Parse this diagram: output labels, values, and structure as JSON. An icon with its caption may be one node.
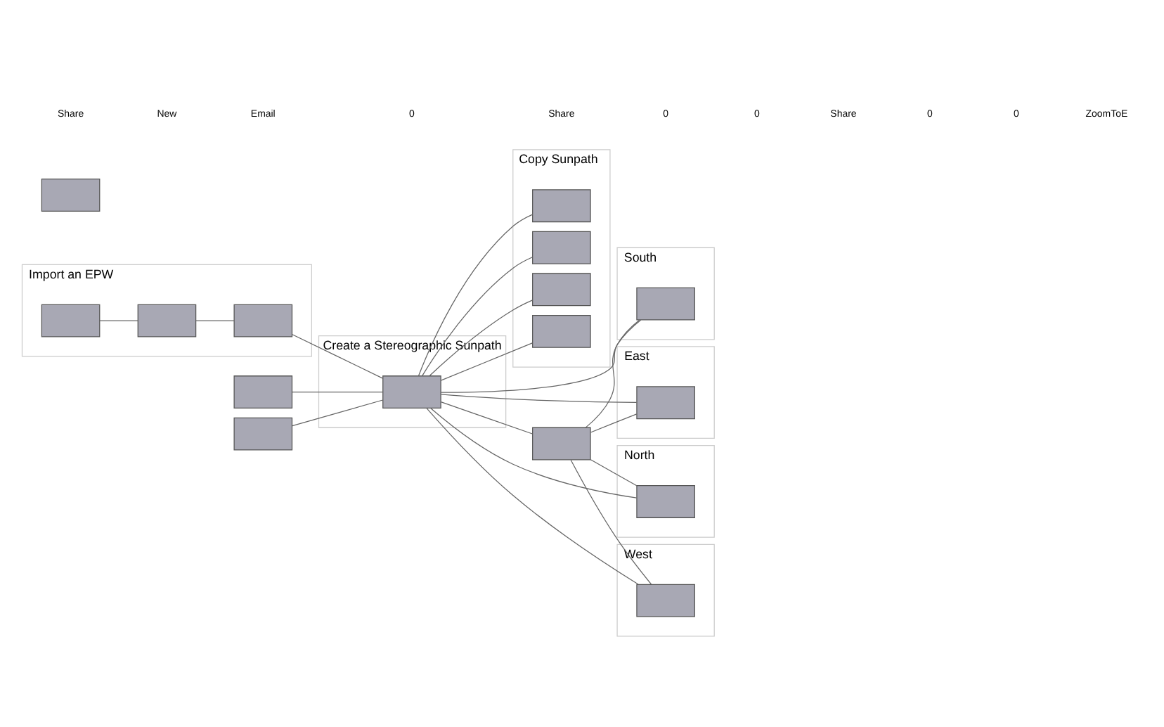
{
  "diagram": {
    "nodes": [
      {
        "text": [
          "Import an EPW"
        ]
      },
      {
        "text": [],
        "shape": "box",
        "in": 0
      },
      {
        "text": [],
        "shape": "box",
        "in": 0
      },
      {
        "text": [],
        "shape": "box",
        "in": 0
      },
      {
        "text": [],
        "shape": "box"
      },
      {
        "text": [
          "Create a Stereographic Sunpath"
        ]
      },
      {
        "text": [],
        "shape": "box",
        "in": 5
      },
      {
        "text": [
          "Copy Sunpath"
        ]
      },
      {
        "text": [],
        "shape": "box",
        "in": 7
      },
      {
        "text": [],
        "shape": "box",
        "in": 7
      },
      {
        "text": [],
        "shape": "box",
        "in": 7
      },
      {
        "text": [],
        "shape": "box",
        "in": 7
      },
      {
        "text": [
          "South"
        ]
      },
      {
        "text": [],
        "shape": "box",
        "in": 12
      },
      {
        "text": [
          "East"
        ]
      },
      {
        "text": [],
        "shape": "box",
        "in": 14
      },
      {
        "text": [
          "North"
        ]
      },
      {
        "text": [],
        "shape": "box",
        "in": 16
      },
      {
        "text": [
          "West"
        ]
      },
      {
        "text": [],
        "shape": "box",
        "in": 18
      },
      {
        "text": [],
        "shape": "box"
      },
      {
        "text": [],
        "shape": "box"
      },
      {
        "text": [],
        "shape": "box"
      }
    ],
    "edges": [
      {
        "from": 1,
        "to": 2,
        "arrow": "none"
      },
      {
        "from": 2,
        "to": 3,
        "arrow": "none"
      },
      {
        "from": 3,
        "to": 6,
        "arrow": "none"
      },
      {
        "from": 4,
        "to": 6,
        "arrow": "none"
      },
      {
        "from": 6,
        "to": 8,
        "arrow": "none"
      },
      {
        "from": 6,
        "to": 9,
        "arrow": "none"
      },
      {
        "from": 6,
        "to": 10,
        "arrow": "none"
      },
      {
        "from": 6,
        "to": 11,
        "arrow": "none"
      },
      {
        "from": 22,
        "to": 6,
        "arrow": "none"
      },
      {
        "from": 6,
        "to": 20,
        "arrow": "none"
      },
      {
        "from": 20,
        "to": 13,
        "arrow": "none"
      },
      {
        "from": 20,
        "to": 15,
        "arrow": "none"
      },
      {
        "from": 20,
        "to": 17,
        "arrow": "none"
      },
      {
        "from": 20,
        "to": 19,
        "arrow": "none"
      },
      {
        "from": 6,
        "to": 13,
        "arrow": "none"
      },
      {
        "from": 6,
        "to": 15,
        "arrow": "none"
      },
      {
        "from": 6,
        "to": 17,
        "arrow": "none"
      },
      {
        "from": 6,
        "to": 19,
        "arrow": "none"
      }
    ],
    "labels": [
      "Share",
      "New",
      "Email",
      "0",
      "Share",
      "0",
      "0",
      "Share",
      "0",
      "0",
      "ZoomToE"
    ]
  }
}
